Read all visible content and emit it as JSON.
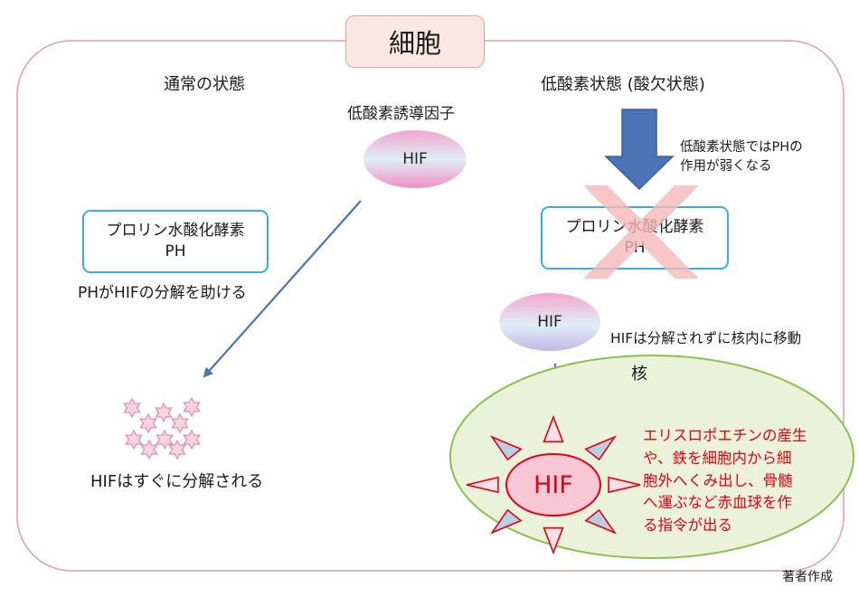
{
  "title": "細胞",
  "normal_state": {
    "heading": "通常の状態",
    "enzyme_name": "プロリン水酸化酵素",
    "enzyme_abbr": "PH",
    "enzyme_caption": "PHがHIFの分解を助ける",
    "result_caption": "HIFはすぐに分解される"
  },
  "center": {
    "factor_label": "低酸素誘導因子",
    "hif_label": "HIF"
  },
  "hypoxic_state": {
    "heading": "低酸素状態 (酸欠状態)",
    "note_line1": "低酸素状態ではPHの",
    "note_line2": "作用が弱くなる",
    "enzyme_name": "プロリン水酸化酵素",
    "enzyme_abbr": "PH",
    "hif_label": "HIF",
    "hif_caption": "HIFは分解されずに核内に移動",
    "nucleus_label": "核",
    "nucleus_hif_label": "HIF",
    "effect_lines": [
      "エリスロポエチンの産生",
      "や、鉄を細胞内から細",
      "胞外へくみ出し、骨髄",
      "へ運ぶなど赤血球を作",
      "る指令が出る"
    ]
  },
  "credit": "著者作成",
  "colors": {
    "cell_border": "#d9a3a3",
    "enzyme_border": "#37b0d8",
    "arrow_blue": "#4a74b6",
    "cross_pink": "#f6b8b8",
    "nucleus_fill": "#eaf2da",
    "nucleus_border": "#8cc152",
    "effect_red": "#e60012"
  }
}
